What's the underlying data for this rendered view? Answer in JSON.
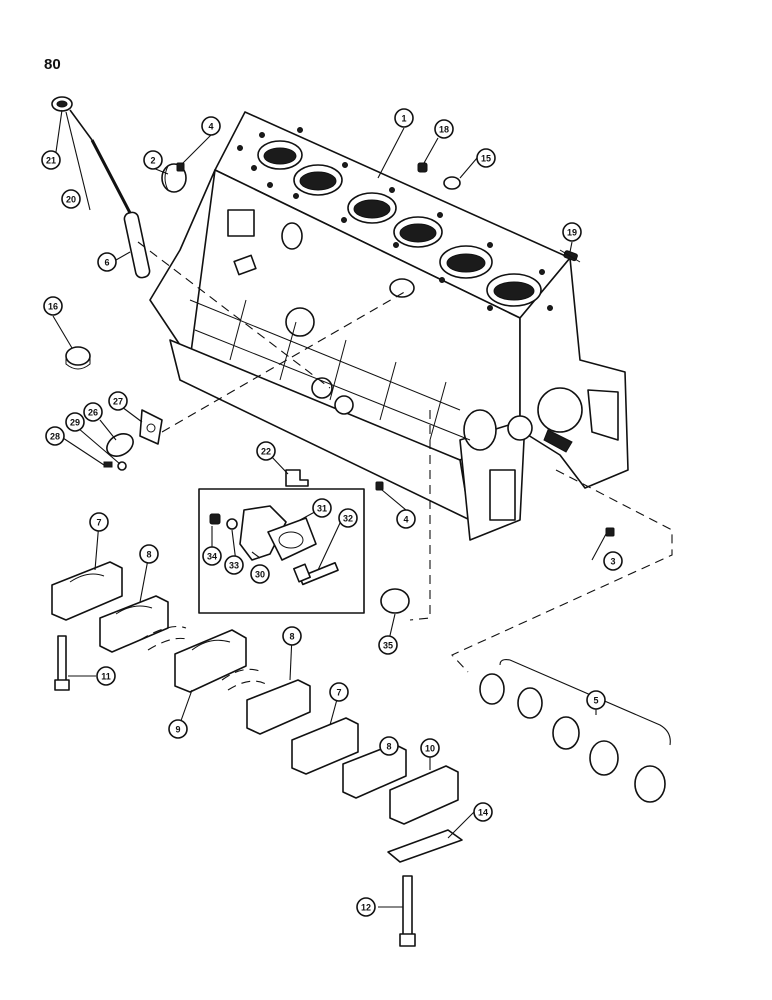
{
  "page_number": "80",
  "callouts": [
    {
      "label": "1"
    },
    {
      "label": "2"
    },
    {
      "label": "3"
    },
    {
      "label": "4"
    },
    {
      "label": "4"
    },
    {
      "label": "5"
    },
    {
      "label": "6"
    },
    {
      "label": "7"
    },
    {
      "label": "7"
    },
    {
      "label": "8"
    },
    {
      "label": "8"
    },
    {
      "label": "8"
    },
    {
      "label": "9"
    },
    {
      "label": "10"
    },
    {
      "label": "11"
    },
    {
      "label": "12"
    },
    {
      "label": "14"
    },
    {
      "label": "15"
    },
    {
      "label": "16"
    },
    {
      "label": "18"
    },
    {
      "label": "19"
    },
    {
      "label": "20"
    },
    {
      "label": "21"
    },
    {
      "label": "22"
    },
    {
      "label": "26"
    },
    {
      "label": "27"
    },
    {
      "label": "28"
    },
    {
      "label": "29"
    },
    {
      "label": "30"
    },
    {
      "label": "31"
    },
    {
      "label": "32"
    },
    {
      "label": "33"
    },
    {
      "label": "34"
    },
    {
      "label": "35"
    }
  ]
}
